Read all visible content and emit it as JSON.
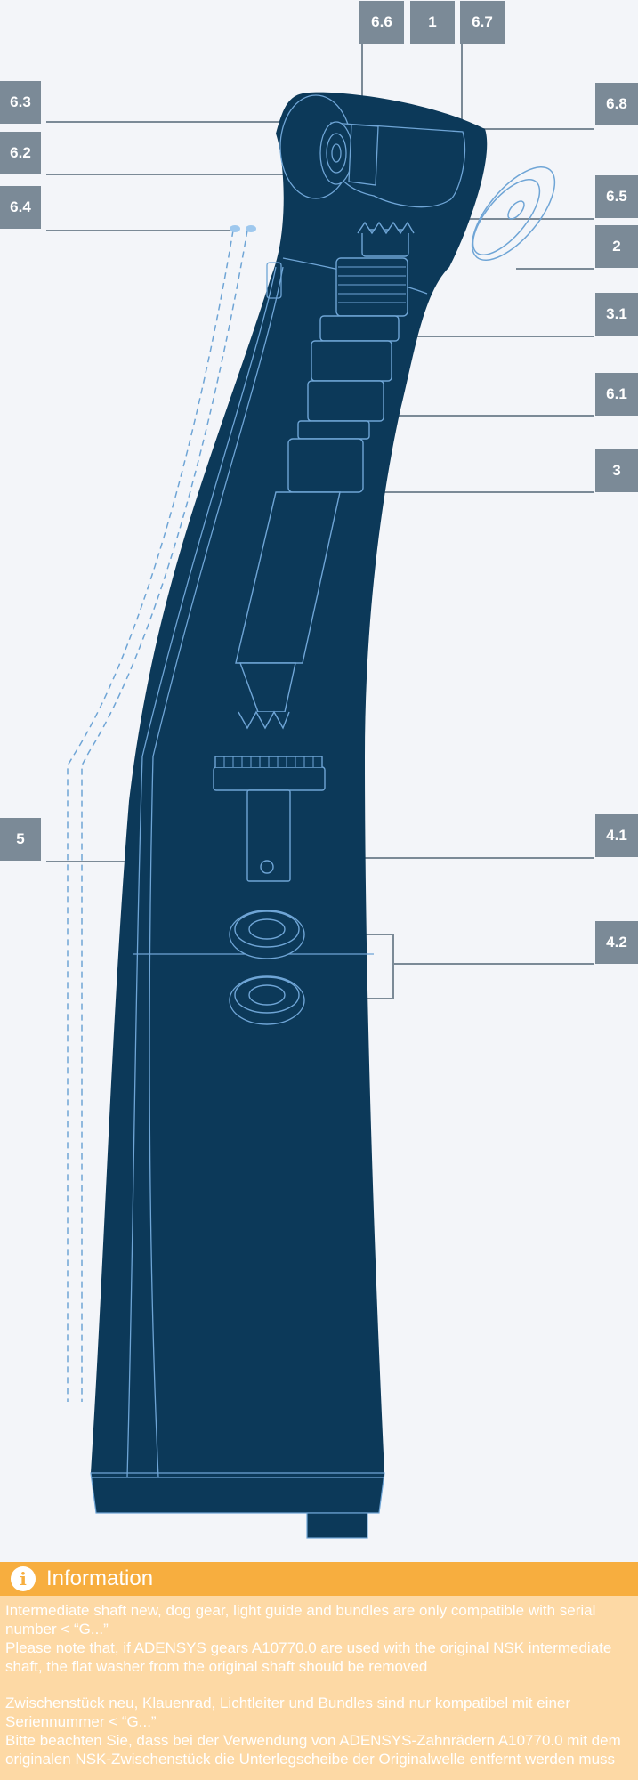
{
  "labels": [
    "6.6",
    "1",
    "6.7",
    "6.3",
    "6.8",
    "6.2",
    "6.5",
    "6.4",
    "2",
    "3.1",
    "6.1",
    "3",
    "5",
    "4.1",
    "4.2"
  ],
  "colors": {
    "body": "#0c3959",
    "outline": "#6fa5d6",
    "label_bg": "#7b8a97",
    "leader": "#7b8a97",
    "info_header": "#f7ae3f",
    "info_body": "#fdd9a5"
  },
  "info": {
    "icon": "info-icon",
    "icon_glyph": "i",
    "title": "Information",
    "english": [
      "Intermediate shaft new, dog gear, light guide and bundles are only compatible with serial number < “G...”",
      "Please note that, if ADENSYS gears A10770.0 are used with the original NSK intermediate shaft, the flat washer from the original shaft should be removed"
    ],
    "german": [
      "Zwischenstück neu, Klauenrad, Lichtleiter und Bundles sind nur kompatibel mit einer Seriennummer < “G...”",
      "Bitte beachten Sie, dass bei der Verwendung von ADENSYS-Zahnrädern A10770.0 mit dem originalen NSK-Zwischenstück die Unterlegscheibe der Originalwelle entfernt werden muss"
    ]
  }
}
